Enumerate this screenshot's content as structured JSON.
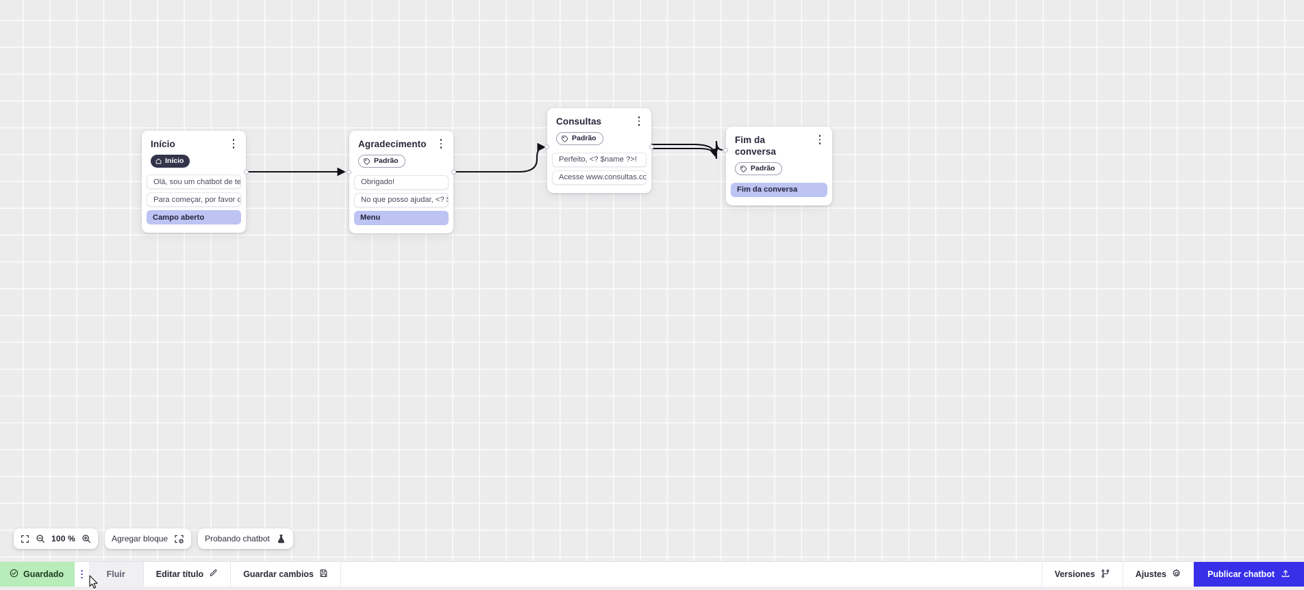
{
  "canvas": {
    "zoom_level": "100 %",
    "grid": true,
    "background_color": "#ececed"
  },
  "nodes": [
    {
      "id": "inicio",
      "title": "Início",
      "badge": {
        "label": "Início",
        "icon": "home-icon",
        "style": "dark"
      },
      "rows": [
        {
          "text": "Olá, sou um chatbot de teste!",
          "type": "message"
        },
        {
          "text": "Para começar, por favor digite o ...",
          "type": "message"
        },
        {
          "text": "Campo aberto",
          "type": "action"
        }
      ]
    },
    {
      "id": "agradecimento",
      "title": "Agradecimento",
      "badge": {
        "label": "Padrão",
        "icon": "tag-icon",
        "style": "outline"
      },
      "rows": [
        {
          "text": "Obrigado!",
          "type": "message"
        },
        {
          "text": "No que posso ajudar, <? $name ...",
          "type": "message"
        },
        {
          "text": "Menu",
          "type": "action"
        }
      ]
    },
    {
      "id": "consultas",
      "title": "Consultas",
      "badge": {
        "label": "Padrão",
        "icon": "tag-icon",
        "style": "outline"
      },
      "rows": [
        {
          "text": "Perfeito, <? $name ?>!",
          "type": "message"
        },
        {
          "text": "Acesse www.consultas.com par...",
          "type": "message"
        }
      ]
    },
    {
      "id": "fim",
      "title": "Fim da conversa",
      "badge": {
        "label": "Padrão",
        "icon": "tag-icon",
        "style": "outline"
      },
      "rows": [
        {
          "text": "Fim da conversa",
          "type": "action"
        }
      ]
    }
  ],
  "toolbar": {
    "fit_icon": "fit-screen-icon",
    "zoom_out_icon": "zoom-out-icon",
    "zoom_in_icon": "zoom-in-icon",
    "zoom_value": "100 %",
    "add_block_label": "Agregar bloque",
    "add_block_icon": "add-block-icon",
    "test_chatbot_label": "Probando chatbot",
    "test_chatbot_icon": "flask-icon"
  },
  "statusbar": {
    "saved_label": "Guardado",
    "saved_icon": "check-circle-icon",
    "menu_icon": "kebab-menu-icon",
    "flow_label": "Fluir",
    "edit_title_label": "Editar título",
    "edit_title_icon": "pencil-icon",
    "save_changes_label": "Guardar cambios",
    "save_changes_icon": "floppy-disk-icon",
    "versions_label": "Versiones",
    "versions_icon": "branch-icon",
    "settings_label": "Ajustes",
    "settings_icon": "gear-icon",
    "publish_label": "Publicar chatbot",
    "publish_icon": "upload-icon"
  },
  "colors": {
    "accent": "#3730e8",
    "saved_bg": "#b8ecb9",
    "action_row": "#bdc3f2",
    "badge_dark": "#33334a"
  }
}
